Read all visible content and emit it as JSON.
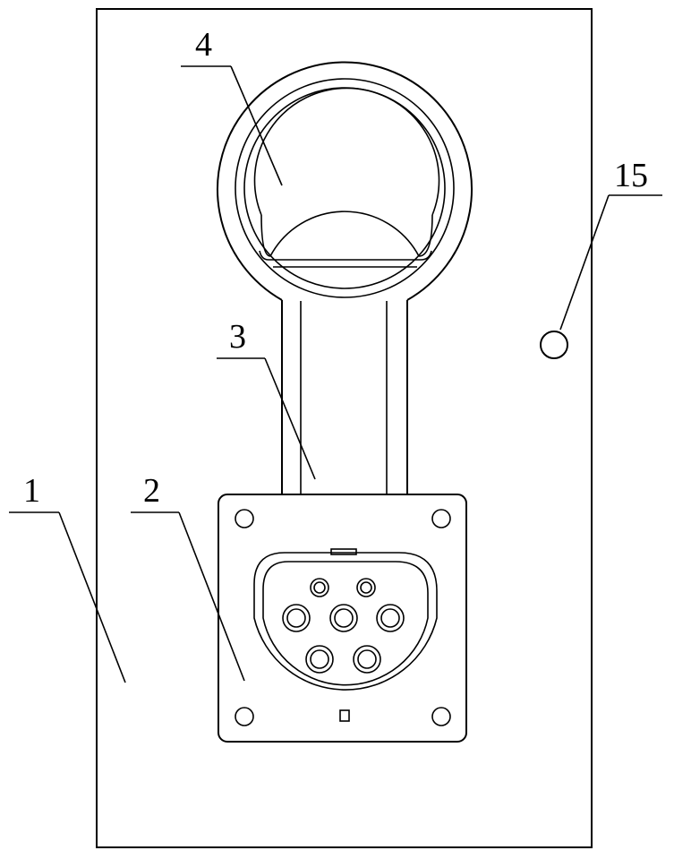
{
  "labels": {
    "panel": "1",
    "socket": "2",
    "strap": "3",
    "cap": "4",
    "indicator": "15"
  },
  "colors": {
    "stroke": "#000000",
    "background": "#ffffff"
  }
}
